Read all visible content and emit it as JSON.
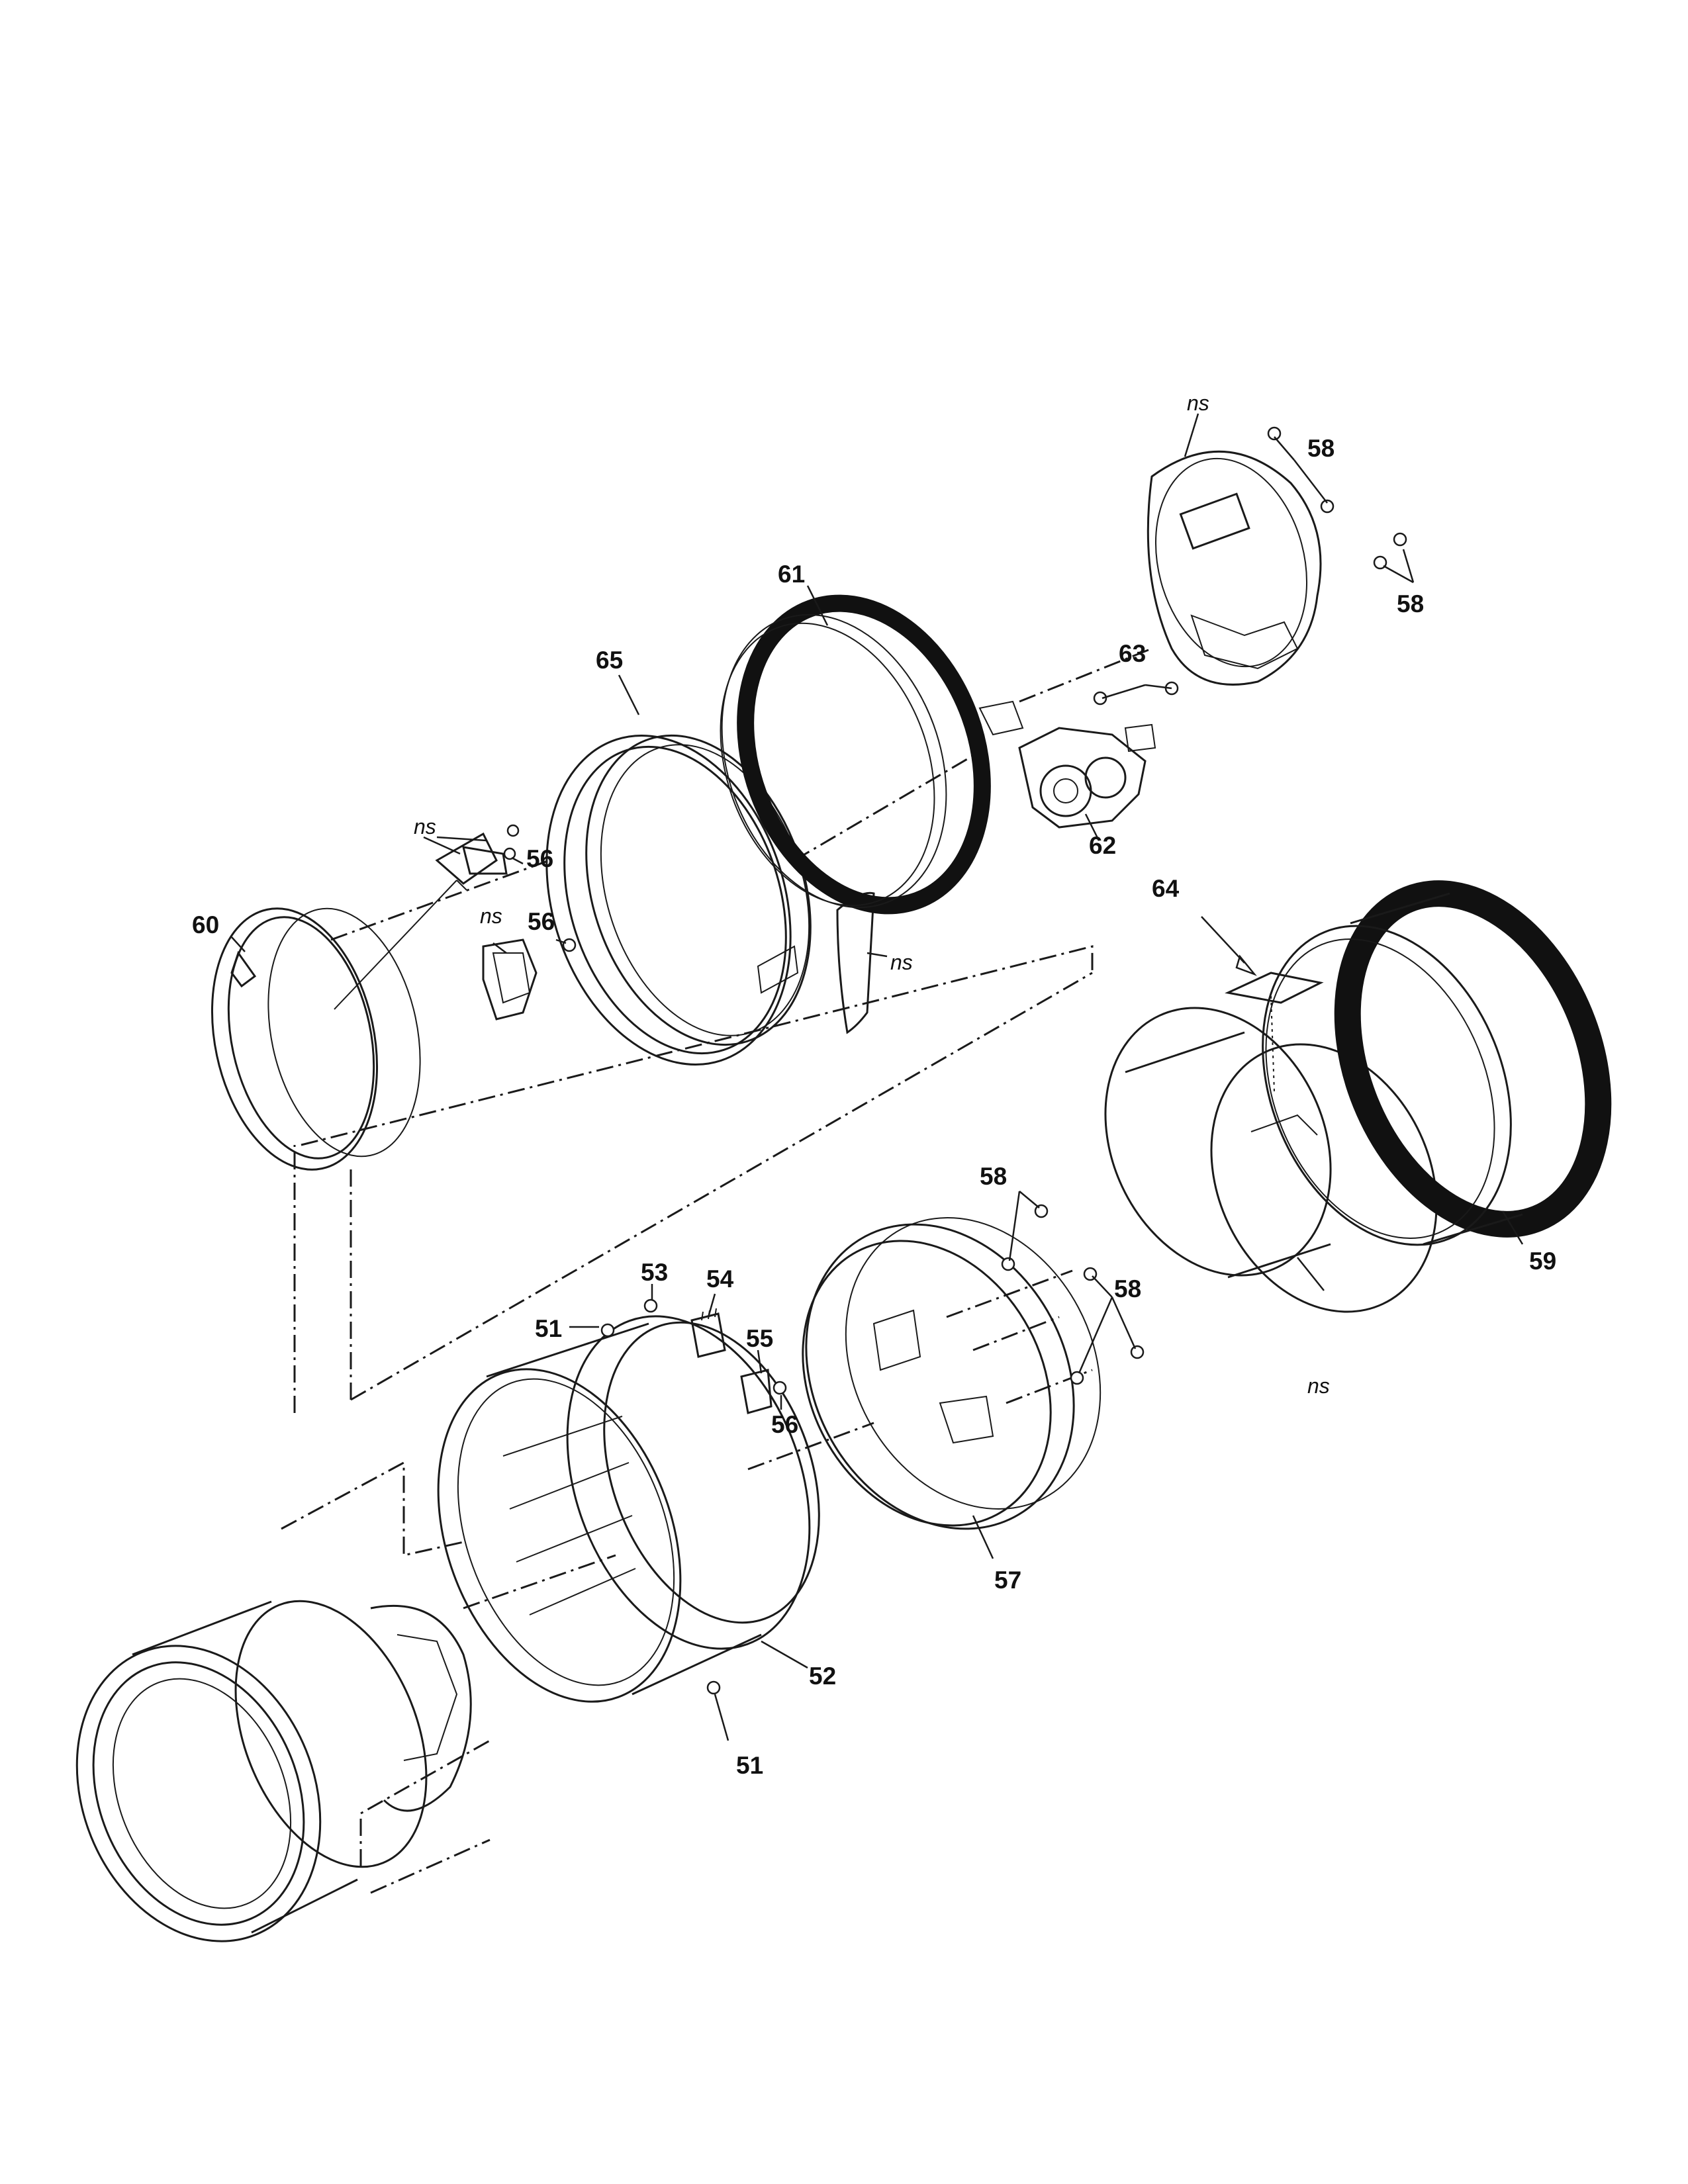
{
  "diagram": {
    "callouts": {
      "p51a": "51",
      "p51b": "51",
      "p52": "52",
      "p53": "53",
      "p54": "54",
      "p55": "55",
      "p56a": "56",
      "p56b": "56",
      "p56c": "56",
      "p57": "57",
      "p58a": "58",
      "p58b": "58",
      "p58c": "58",
      "p58d": "58",
      "p59": "59",
      "p60": "60",
      "p61": "61",
      "p62": "62",
      "p63": "63",
      "p64": "64",
      "p65": "65"
    },
    "not_supplied": {
      "ns1": "ns",
      "ns2": "ns",
      "ns3": "ns",
      "ns4": "ns",
      "ns5": "ns"
    }
  }
}
